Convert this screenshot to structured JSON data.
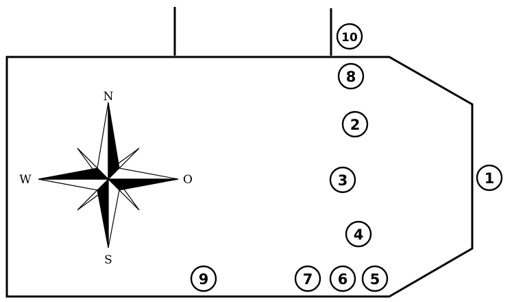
{
  "compass": {
    "north": "N",
    "south": "S",
    "west": "W",
    "east": "O"
  },
  "markers": [
    {
      "id": "1",
      "label": "1"
    },
    {
      "id": "2",
      "label": "2"
    },
    {
      "id": "3",
      "label": "3"
    },
    {
      "id": "4",
      "label": "4"
    },
    {
      "id": "5",
      "label": "5"
    },
    {
      "id": "6",
      "label": "6"
    },
    {
      "id": "7",
      "label": "7"
    },
    {
      "id": "8",
      "label": "8"
    },
    {
      "id": "9",
      "label": "9"
    },
    {
      "id": "10",
      "label": "10"
    }
  ]
}
